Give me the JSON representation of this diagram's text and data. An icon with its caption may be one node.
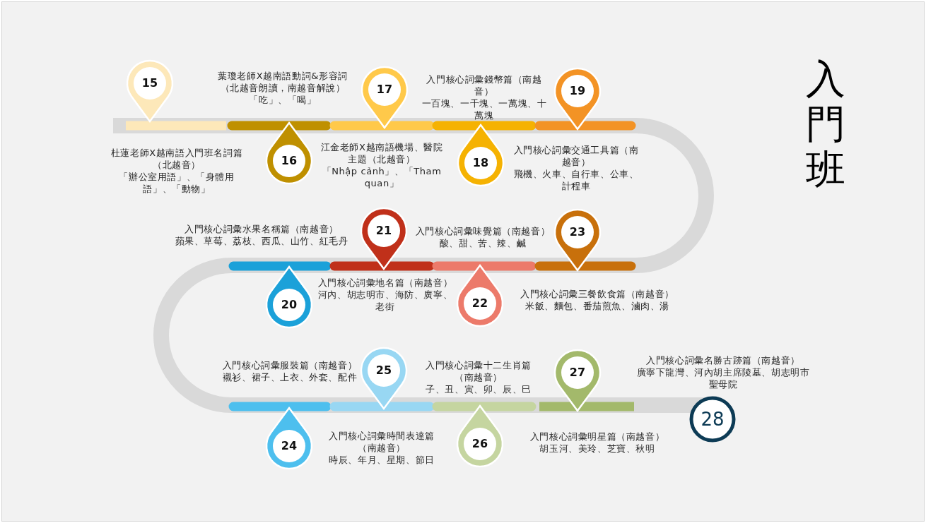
{
  "diagram": {
    "title": "入門班",
    "nodes": [
      {
        "text": [
          "15"
        ],
        "beside": [
          "杜蓮老師X越南語入門班名詞篇（北越音）",
          "「辦公室用語」、「身體用語」、「動物」"
        ]
      },
      {
        "text": [
          "16"
        ],
        "beside": [
          "葉瓊老師X越南語動詞&形容詞（北越音朗讀，南越音解說）",
          "「吃」、「喝」"
        ]
      },
      {
        "text": [
          "17"
        ],
        "beside": [
          "江金老師X越南語機場、醫院主題（北越音）",
          "「Nhập cảnh」、「Tham quan」"
        ]
      },
      {
        "text": [
          "18"
        ],
        "beside": [
          "入門核心詞彙錢幣篇（南越音）",
          "一百塊、一千塊、一萬塊、十萬塊"
        ]
      },
      {
        "text": [
          "19"
        ],
        "beside": [
          "入門核心詞彙交通工具篇（南越音）",
          "飛機、火車、自行車、公車、計程車"
        ]
      },
      {
        "text": [
          "20"
        ],
        "beside": [
          "入門核心詞彙水果名稱篇（南越音）",
          "蘋果、草莓、荔枝、西瓜、山竹、紅毛丹"
        ]
      },
      {
        "text": [
          "21"
        ],
        "beside": [
          "入門核心詞彙地名篇（南越音）",
          "河內、胡志明市、海防、廣寧、老街"
        ]
      },
      {
        "text": [
          "22"
        ],
        "beside": [
          "入門核心詞彙味覺篇（南越音）",
          "酸、甜、苦、辣、鹹"
        ]
      },
      {
        "text": [
          "23"
        ],
        "beside": [
          "入門核心詞彙三餐飲食篇（南越音）",
          "米飯、麵包、番茄煎魚、滷肉、湯"
        ]
      },
      {
        "text": [
          "24"
        ],
        "beside": [
          "入門核心詞彙服裝篇（南越音）",
          "襯衫、裙子、上衣、外套、配件"
        ]
      },
      {
        "text": [
          "25"
        ],
        "beside": [
          "入門核心詞彙時間表達篇（南越音）",
          "時辰、年月、星期、節日"
        ]
      },
      {
        "text": [
          "26"
        ],
        "beside": [
          "入門核心詞彙十二生肖篇（南越音）",
          "子、丑、寅、卯、辰、巳"
        ]
      },
      {
        "text": [
          "27"
        ],
        "beside": [
          "入門核心詞彙明星篇（南越音）",
          "胡玉河、美玲、芝寶、秋明"
        ]
      },
      {
        "text": [
          "28"
        ],
        "beside": [
          "入門核心詞彙名勝古跡篇（南越音）",
          "廣寧下龍灣、河內胡主席陵墓、胡志明市聖母院"
        ]
      }
    ]
  }
}
